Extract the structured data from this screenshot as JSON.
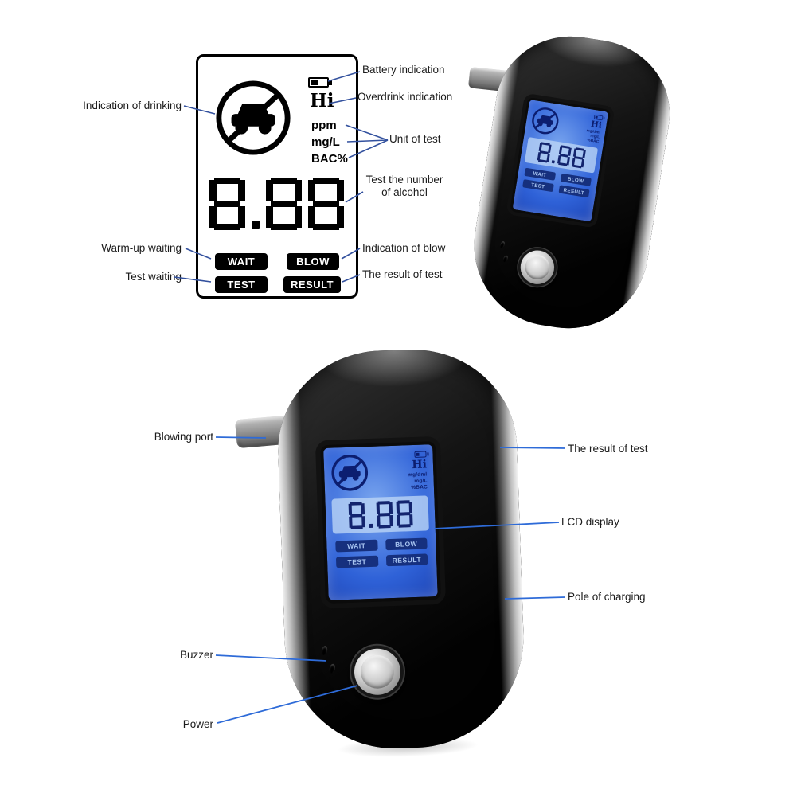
{
  "schematic": {
    "display": {
      "hi": "Hi",
      "units": [
        "ppm",
        "mg/L",
        "BAC%"
      ],
      "number": "8.88",
      "badges": [
        "WAIT",
        "BLOW",
        "TEST",
        "RESULT"
      ]
    },
    "callouts": {
      "battery": "Battery indication",
      "overdrink": "Overdrink indication",
      "drinking": "Indication of drinking",
      "unit": "Unit of test",
      "number_line1": "Test the number",
      "number_line2": "of alcohol",
      "warmup": "Warm-up waiting",
      "blow": "Indication of blow",
      "test_waiting": "Test waiting",
      "result": "The result of test"
    }
  },
  "photo_callouts": {
    "blowing_port": "Blowing port",
    "result_of_test": "The result of test",
    "lcd_display": "LCD display",
    "pole_of_charging": "Pole of charging",
    "buzzer": "Buzzer",
    "power": "Power"
  },
  "device_screen": {
    "hi": "Hi",
    "units": [
      "mg/dml",
      "mg/L",
      "%BAC"
    ],
    "number": "8.88",
    "badges": [
      "WAIT",
      "BLOW",
      "TEST",
      "RESULT"
    ]
  },
  "colors": {
    "callout_line_top": "#33519e",
    "callout_line_bottom": "#2e6bd8",
    "lcd_blue": "#2f62d8",
    "lcd_digit": "#13246e"
  }
}
